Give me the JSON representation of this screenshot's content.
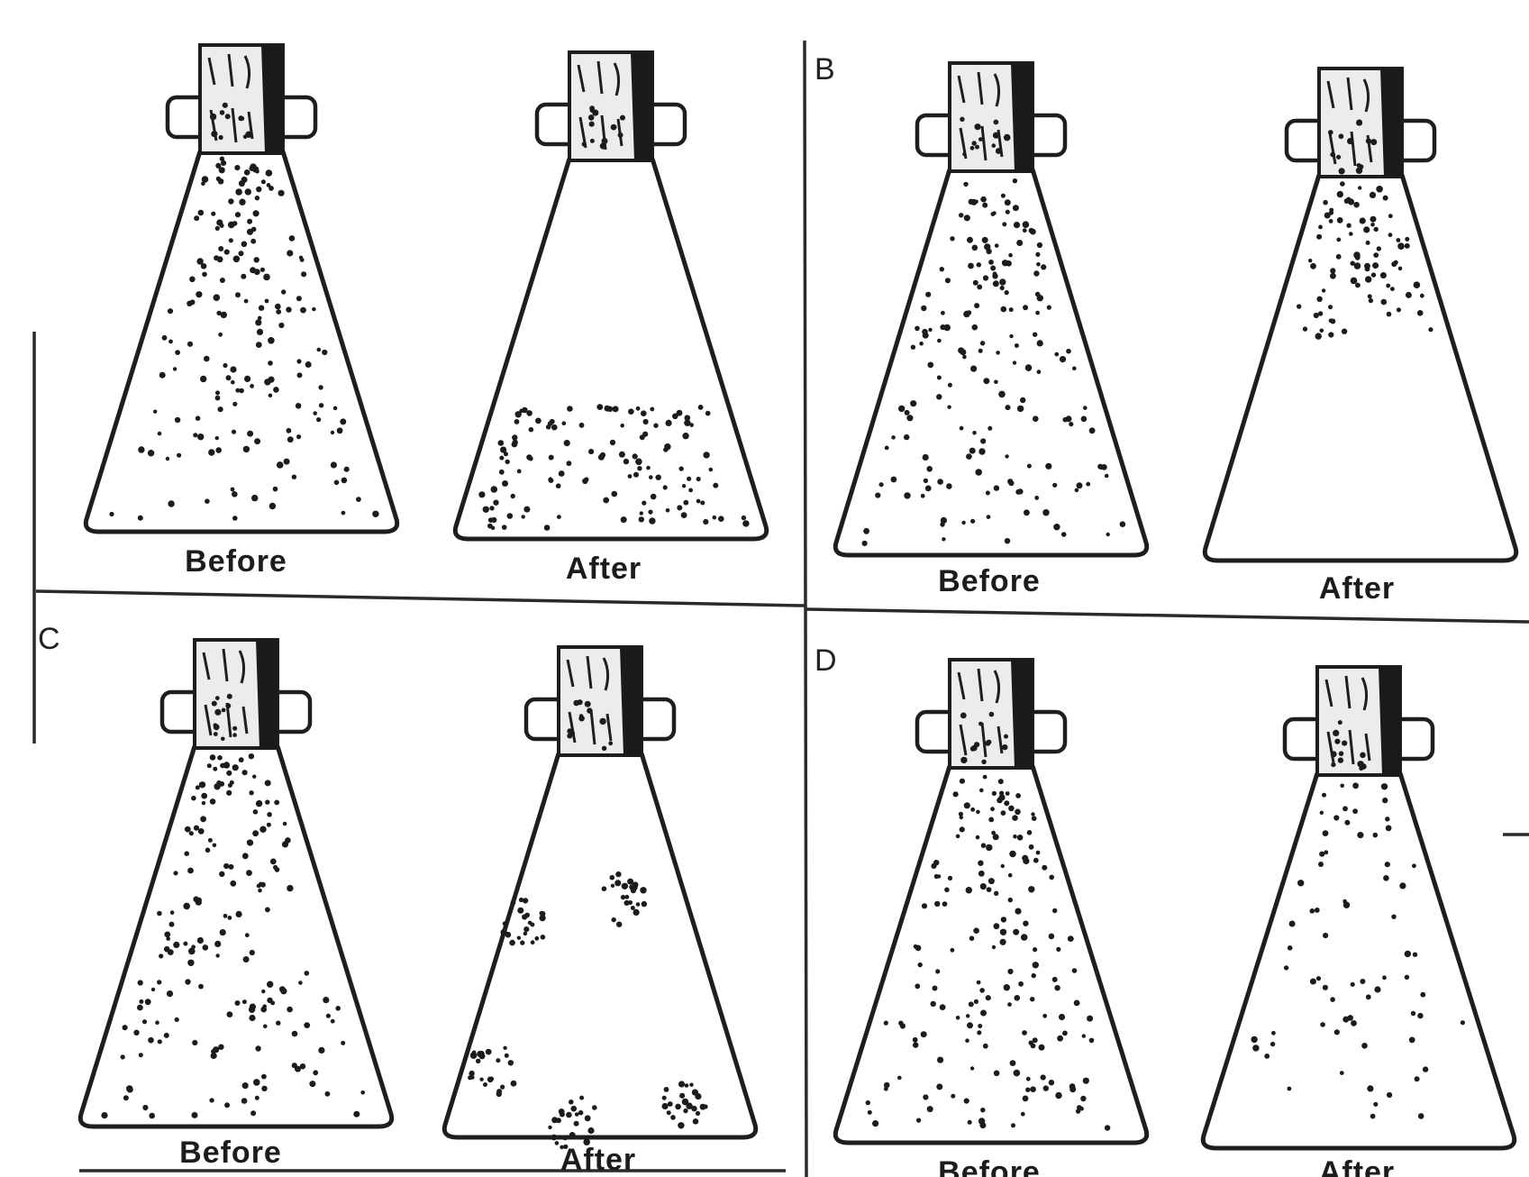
{
  "panels": [
    {
      "id": "A",
      "letter": "",
      "flasks": [
        {
          "caption": "Before",
          "distribution": "uniform"
        },
        {
          "caption": "After",
          "distribution": "settled-bottom"
        }
      ]
    },
    {
      "id": "B",
      "letter": "B",
      "flasks": [
        {
          "caption": "Before",
          "distribution": "uniform"
        },
        {
          "caption": "After",
          "distribution": "floating-top"
        }
      ]
    },
    {
      "id": "C",
      "letter": "C",
      "flasks": [
        {
          "caption": "Before",
          "distribution": "uniform"
        },
        {
          "caption": "After",
          "distribution": "clumped"
        }
      ]
    },
    {
      "id": "D",
      "letter": "D",
      "flasks": [
        {
          "caption": "Before",
          "distribution": "uniform"
        },
        {
          "caption": "After",
          "distribution": "sparse-uniform"
        }
      ]
    }
  ],
  "colors": {
    "ink": "#1e1e1e",
    "background": "#ffffff"
  }
}
